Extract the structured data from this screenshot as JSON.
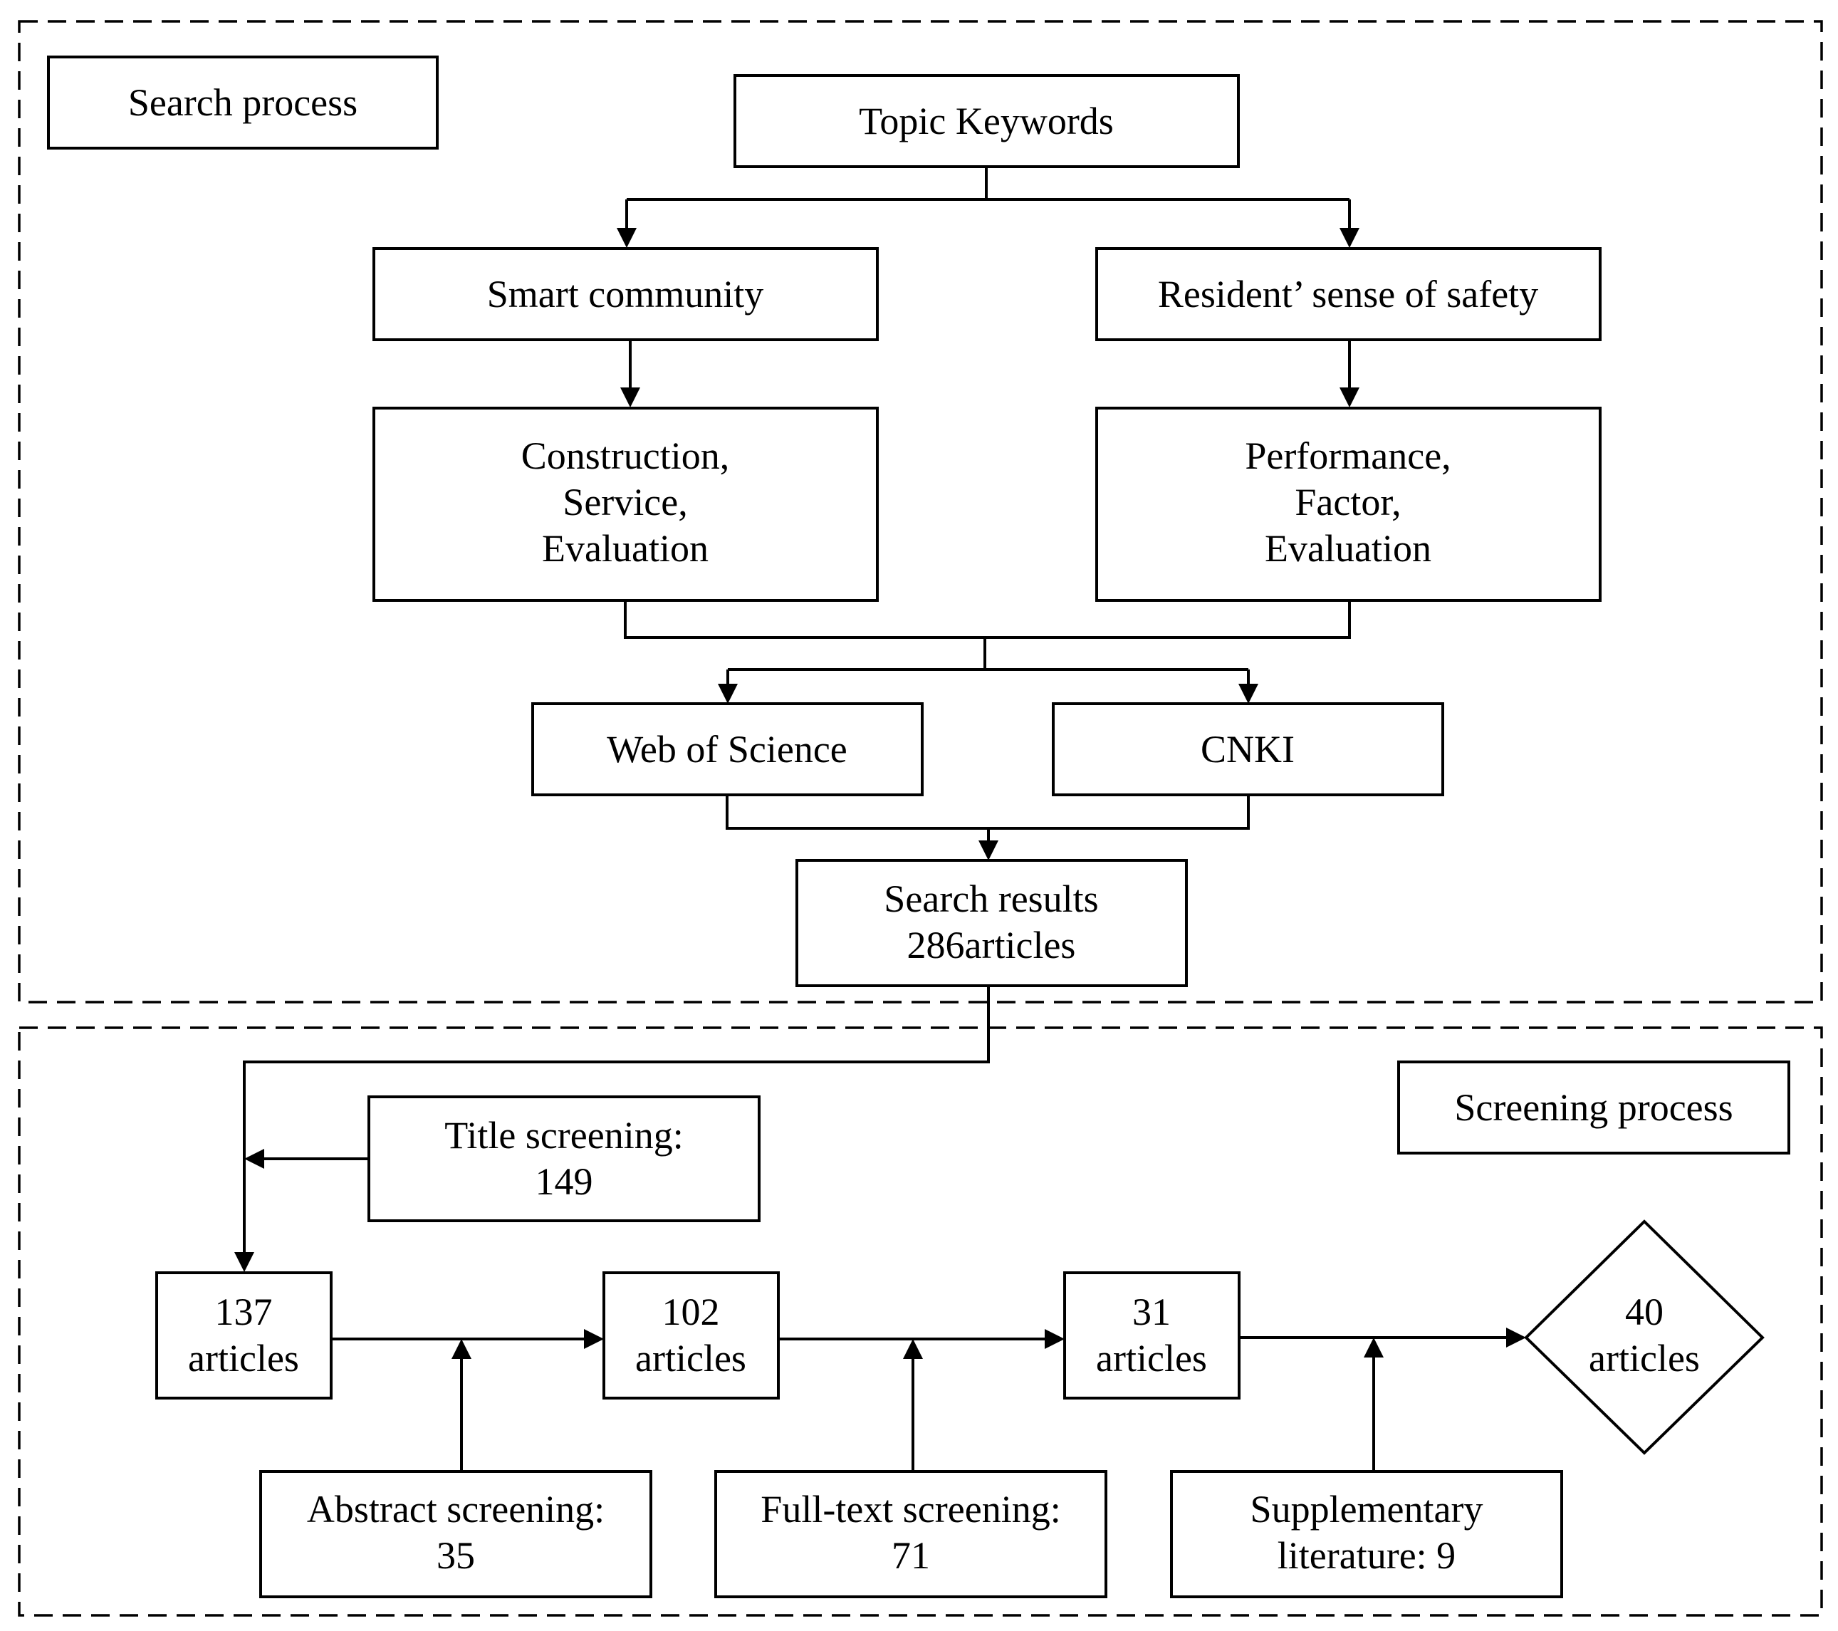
{
  "sections": {
    "search_label": "Search process",
    "screening_label": "Screening process"
  },
  "search": {
    "topic": "Topic Keywords",
    "smart_community": "Smart community",
    "resident_safety": "Resident’ sense of safety",
    "left_terms": [
      "Construction,",
      "Service,",
      "Evaluation"
    ],
    "right_terms": [
      "Performance,",
      "Factor,",
      "Evaluation"
    ],
    "db_wos": "Web of Science",
    "db_cnki": "CNKI",
    "results": [
      "Search results",
      "286articles"
    ]
  },
  "screening": {
    "title": [
      "Title screening:",
      "149"
    ],
    "abstract": [
      "Abstract screening:",
      "35"
    ],
    "fulltext": [
      "Full-text screening:",
      "71"
    ],
    "supplementary": [
      "Supplementary",
      "literature: 9"
    ],
    "stage1": [
      "137",
      "articles"
    ],
    "stage2": [
      "102",
      "articles"
    ],
    "stage3": [
      "31",
      "articles"
    ],
    "final": [
      "40",
      "articles"
    ]
  }
}
